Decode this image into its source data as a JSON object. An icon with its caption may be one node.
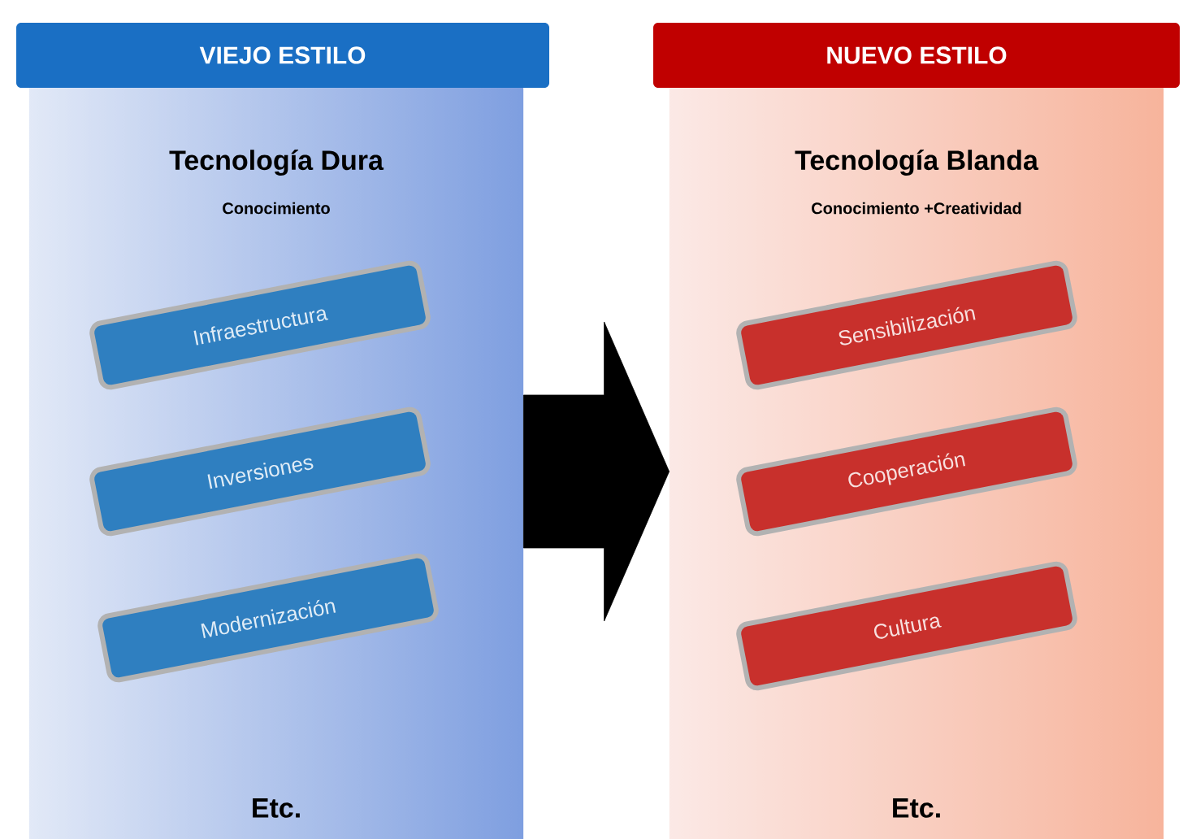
{
  "diagram": {
    "nodes": [
      {
        "text": [
          "VIEJO ESTILO"
        ]
      },
      {
        "text": [
          "Tecnología Dura",
          "Conocimiento",
          "Etc."
        ]
      },
      {
        "text": [
          "Infraestructura"
        ],
        "in": 1
      },
      {
        "text": [
          "Inversiones"
        ],
        "in": 1
      },
      {
        "text": [
          "Modernización"
        ],
        "in": 1
      },
      {
        "text": [
          "NUEVO ESTILO"
        ]
      },
      {
        "text": [
          "Tecnología Blanda",
          "Conocimiento +Creatividad",
          "Etc."
        ]
      },
      {
        "text": [
          "Sensibilización"
        ],
        "in": 6
      },
      {
        "text": [
          "Cooperación"
        ],
        "in": 6
      },
      {
        "text": [
          "Cultura"
        ],
        "in": 6
      }
    ],
    "edges": [
      {
        "from": 1,
        "to": 6,
        "arrow": "to",
        "style": "thick"
      }
    ]
  }
}
